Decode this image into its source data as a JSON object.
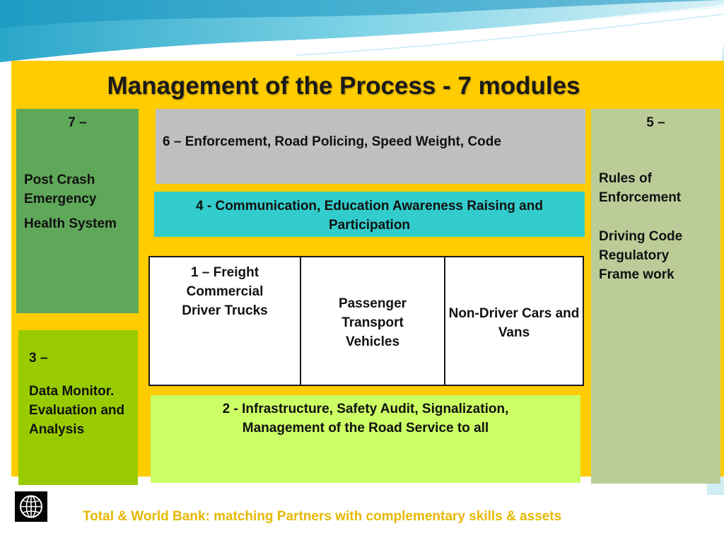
{
  "title": "Management of the Process - 7 modules",
  "modules": {
    "m7": {
      "number": "7 –",
      "line1": "Post Crash Emergency",
      "line2": "Health System"
    },
    "m6": {
      "text": "6 – Enforcement, Road Policing, Speed  Weight, Code"
    },
    "m4": {
      "text": "4 - Communication, Education  Awareness Raising and Participation"
    },
    "m1": {
      "col1": "1 – Freight Commercial Driver Trucks",
      "col2": "Passenger Transport Vehicles",
      "col3": "Non-Driver Cars and Vans"
    },
    "m2": {
      "text": "2 - Infrastructure, Safety Audit, Signalization, Management of the Road Service to all"
    },
    "m3": {
      "number": "3 –",
      "line1": "Data Monitor. Evaluation and Analysis"
    },
    "m5": {
      "number": "5 –",
      "line1": "Rules of Enforcement",
      "line2": "Driving Code Regulatory Frame work"
    }
  },
  "footer": "Total & World Bank: matching Partners with complementary skills & assets",
  "colors": {
    "frame": "#ffcc00",
    "m7": "#5fa85a",
    "m3": "#99cc00",
    "m6": "#bfbfbf",
    "m4": "#33cccc",
    "m2": "#ccff66",
    "m5": "#bccc99",
    "footer": "#e6b800"
  },
  "icons": {
    "logo": "world-bank-globe-icon"
  }
}
